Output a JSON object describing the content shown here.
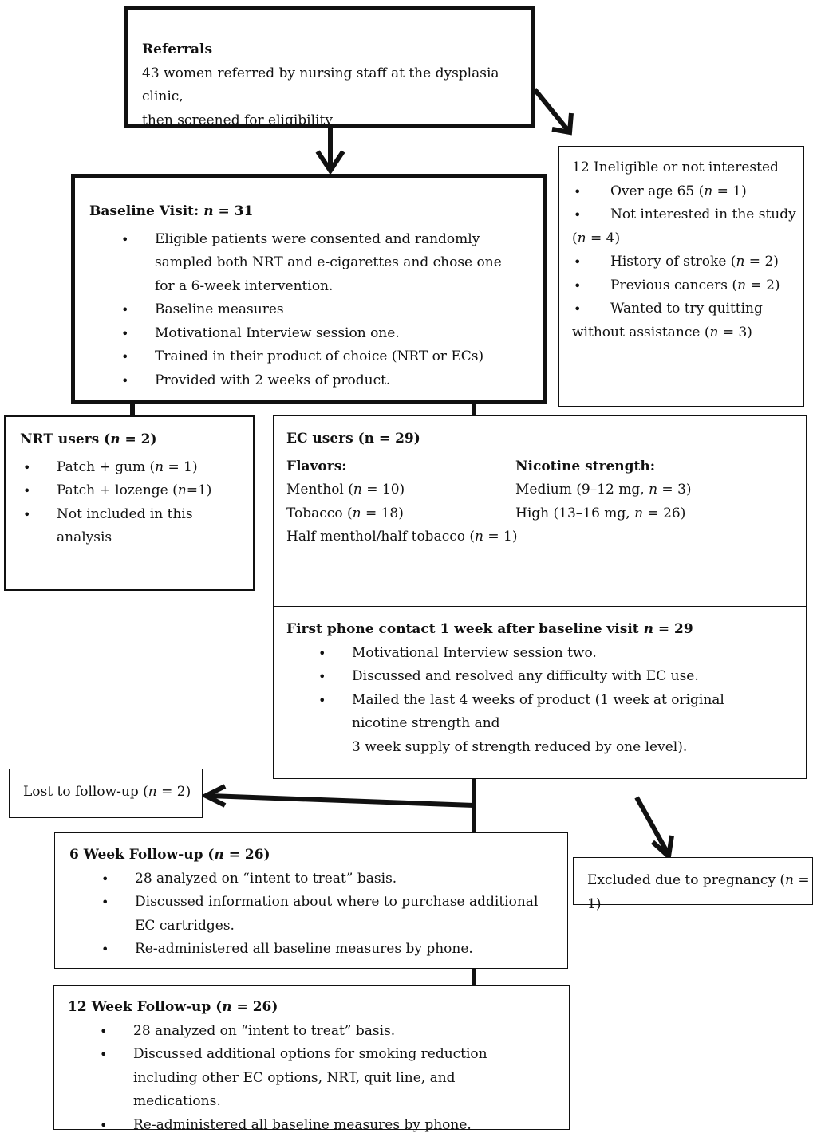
{
  "referrals": {
    "title": "Referrals",
    "line1": "43 women referred by nursing staff at the dysplasia clinic,",
    "line2": "then screened for eligibility"
  },
  "ineligible": {
    "title": "12 Ineligible or not interested",
    "items": [
      {
        "pre": "Over age 65 (",
        "n": "n",
        "post": " = 1)"
      },
      {
        "pre": "Not interested in the study",
        "n": "",
        "post": ""
      },
      {
        "pre": "History of stroke (",
        "n": "n",
        "post": " = 2)"
      },
      {
        "pre": "Previous cancers (",
        "n": "n",
        "post": " = 2)"
      },
      {
        "pre": "Wanted to try quitting",
        "n": "",
        "post": ""
      }
    ],
    "wrap1_pre": "(",
    "wrap1_n": "n",
    "wrap1_post": " = 4)",
    "wrap2_pre": "without assistance (",
    "wrap2_n": "n",
    "wrap2_post": " = 3)"
  },
  "baseline": {
    "title_pre": "Baseline Visit: ",
    "title_n": "n",
    "title_post": " = 31",
    "items": [
      "Eligible patients were consented and randomly sampled both NRT and e-cigarettes and chose one for a 6-week intervention.",
      "Baseline measures",
      "Motivational Interview session one.",
      "Trained in their product of choice (NRT or ECs)",
      "Provided with 2 weeks of product."
    ]
  },
  "nrt": {
    "title_pre": "NRT users (",
    "title_n": "n",
    "title_post": " = 2)",
    "items": [
      {
        "pre": "Patch + gum (",
        "n": "n",
        "post": " = 1)"
      },
      {
        "pre": "Patch + lozenge (",
        "n": "n",
        "post": "=1)"
      },
      {
        "pre": "Not included in this analysis",
        "n": "",
        "post": ""
      }
    ]
  },
  "ec": {
    "title": "EC users (n = 29)",
    "flavors_heading": "Flavors:",
    "flavors": [
      {
        "pre": "Menthol (",
        "n": "n",
        "post": " = 10)"
      },
      {
        "pre": "Tobacco (",
        "n": "n",
        "post": " = 18)"
      },
      {
        "pre": "Half menthol/half tobacco (",
        "n": "n",
        "post": " = 1)"
      }
    ],
    "strength_heading": "Nicotine strength:",
    "strengths": [
      {
        "pre": "Medium (9–12 mg, ",
        "n": "n",
        "post": " = 3)"
      },
      {
        "pre": "High (13–16 mg, ",
        "n": "n",
        "post": " = 26)"
      }
    ]
  },
  "phone": {
    "title_pre": "First phone contact 1 week after baseline visit ",
    "title_n": "n",
    "title_post": " = 29",
    "items": [
      "Motivational Interview session two.",
      "Discussed and resolved any difficulty with EC use.",
      "Mailed the last 4 weeks of product (1 week at original nicotine strength and"
    ],
    "continuation": "3 week supply of strength reduced by one level)."
  },
  "lost": {
    "pre": "Lost to follow-up (",
    "n": "n",
    "post": " = 2)"
  },
  "excluded": {
    "pre": "Excluded due to pregnancy (",
    "n": "n",
    "post": " = 1)"
  },
  "fu6": {
    "title_pre": "6 Week Follow-up (",
    "title_n": "n",
    "title_post": " = 26)",
    "items": [
      "28 analyzed on “intent to treat” basis.",
      "Discussed information about where to purchase additional EC cartridges.",
      "Re-administered all baseline measures by phone."
    ]
  },
  "fu12": {
    "title_pre": "12 Week Follow-up (",
    "title_n": "n",
    "title_post": " = 26)",
    "items": [
      "28 analyzed on “intent to treat” basis.",
      "Discussed additional options for smoking reduction including other EC options, NRT, quit line, and medications.",
      "Re-administered all baseline measures by phone."
    ]
  }
}
